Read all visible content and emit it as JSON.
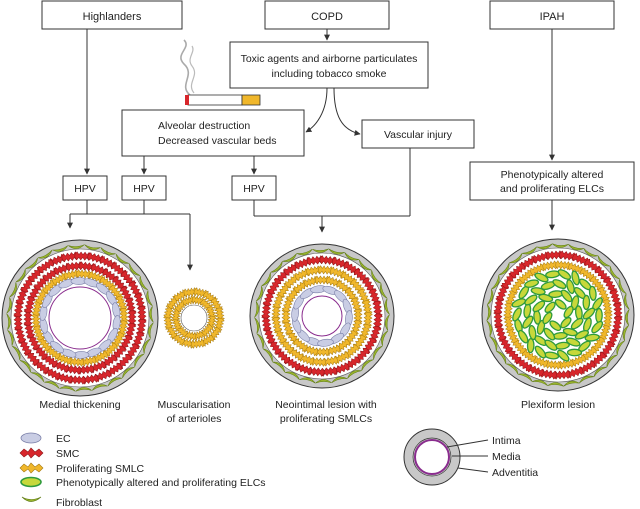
{
  "boxes": {
    "highlanders": "Highlanders",
    "copd": "COPD",
    "ipah": "IPAH",
    "toxic_line1": "Toxic agents and airborne particulates",
    "toxic_line2": "including tobacco smoke",
    "alveolar_line1": "Alveolar destruction",
    "alveolar_line2": "Decreased vascular beds",
    "vascular_injury": "Vascular injury",
    "hpv_1": "HPV",
    "hpv_2": "HPV",
    "hpv_3": "HPV",
    "phenotypic_line1": "Phenotypically altered",
    "phenotypic_line2": "and proliferating ELCs"
  },
  "vessels": {
    "medial_thickening": "Medial thickening",
    "muscularisation_line1": "Muscularisation",
    "muscularisation_line2": "of arterioles",
    "neointimal_line1": "Neointimal lesion with",
    "neointimal_line2": "proliferating SMLCs",
    "plexiform": "Plexiform lesion"
  },
  "legend": {
    "ec": "EC",
    "smc": "SMC",
    "proliferating_smlc": "Proliferating SMLC",
    "phenotypic_elc": "Phenotypically altered and proliferating ELCs",
    "fibroblast": "Fibroblast"
  },
  "layers": {
    "intima": "Intima",
    "media": "Media",
    "adventitia": "Adventitia"
  },
  "colors": {
    "ec": "#c9cde4",
    "smc": "#d7262b",
    "smlc": "#f0b72b",
    "elc_fill": "#c7d83a",
    "elc_edge": "#2f9a3c",
    "fibroblast": "#9bb52d",
    "adventitia": "#c8c8c8",
    "intima": "#8a2d8e"
  }
}
